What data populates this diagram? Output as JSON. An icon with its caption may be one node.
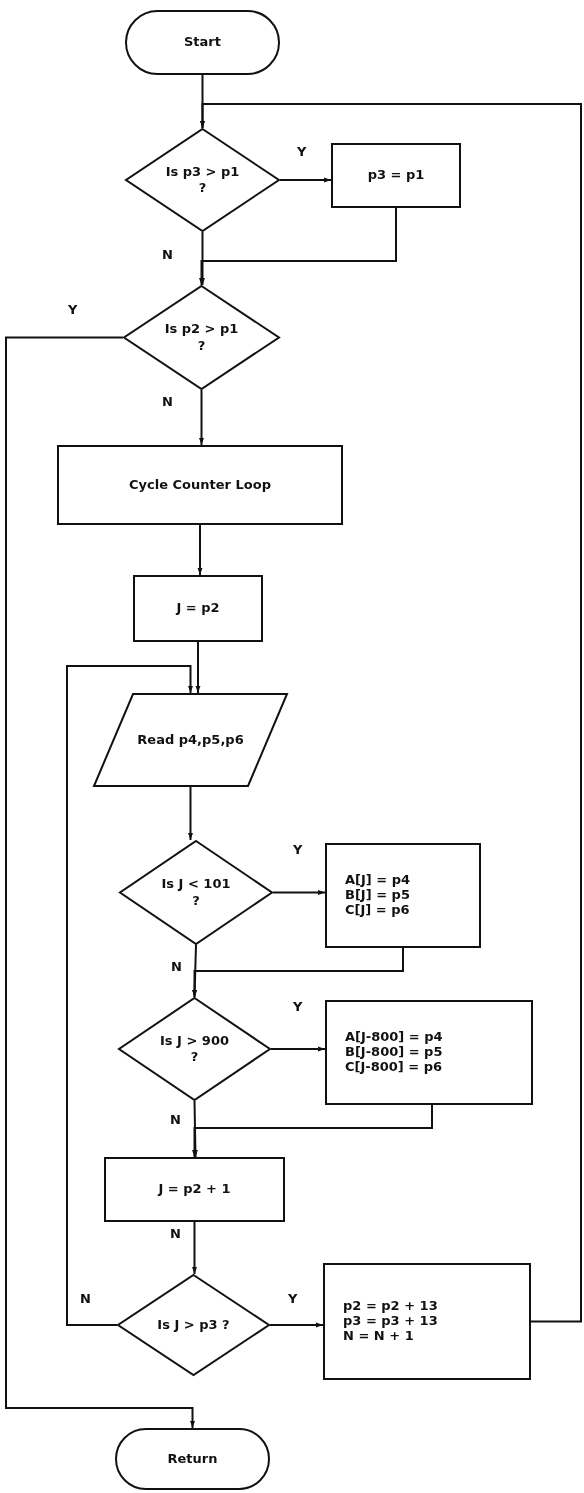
{
  "diagram": {
    "nodes": [
      {
        "text": [
          "Start"
        ]
      },
      {
        "text": [
          "Is p3 > p1 ?"
        ]
      },
      {
        "text": [
          "p3 = p1"
        ]
      },
      {
        "text": [
          "Is p2 > p1 ?"
        ]
      },
      {
        "text": [
          "Cycle Counter Loop"
        ]
      },
      {
        "text": [
          "J = p2"
        ]
      },
      {
        "text": [
          "Read p4,p5,p6"
        ]
      },
      {
        "text": [
          "Is J < 101 ?"
        ]
      },
      {
        "text": [
          "A[J] = p4",
          "B[J] = p5",
          "C[J] = p6"
        ]
      },
      {
        "text": [
          "Is J > 900 ?"
        ]
      },
      {
        "text": [
          "A[J-800] = p4",
          "B[J-800] = p5",
          "C[J-800] = p6"
        ]
      },
      {
        "text": [
          "J = p2 + 1"
        ]
      },
      {
        "text": [
          "Is J > p3 ?"
        ]
      },
      {
        "text": [
          "p2 = p2 + 13",
          "p3 = p3 + 13",
          "N = N + 1"
        ]
      },
      {
        "text": [
          "Return"
        ]
      }
    ],
    "edges": [
      {
        "from": 0,
        "to": 1,
        "arrow": "to"
      },
      {
        "from": 1,
        "to": 2,
        "arrow": "to",
        "label": "Y"
      },
      {
        "from": 1,
        "to": 3,
        "arrow": "to",
        "label": "N"
      },
      {
        "from": 2,
        "to": 3,
        "arrow": "to"
      },
      {
        "from": 3,
        "to": 14,
        "arrow": "to",
        "label": "Y"
      },
      {
        "from": 3,
        "to": 4,
        "arrow": "to",
        "label": "N"
      },
      {
        "from": 4,
        "to": 5,
        "arrow": "to"
      },
      {
        "from": 5,
        "to": 6,
        "arrow": "to"
      },
      {
        "from": 6,
        "to": 7,
        "arrow": "to"
      },
      {
        "from": 7,
        "to": 8,
        "arrow": "to",
        "label": "Y"
      },
      {
        "from": 7,
        "to": 9,
        "arrow": "to",
        "label": "N"
      },
      {
        "from": 8,
        "to": 9,
        "arrow": "to"
      },
      {
        "from": 9,
        "to": 10,
        "arrow": "to",
        "label": "Y"
      },
      {
        "from": 9,
        "to": 11,
        "arrow": "to",
        "label": "N"
      },
      {
        "from": 10,
        "to": 11,
        "arrow": "to"
      },
      {
        "from": 11,
        "to": 12,
        "arrow": "to",
        "label": "N"
      },
      {
        "from": 12,
        "to": 6,
        "arrow": "to",
        "label": "N"
      },
      {
        "from": 12,
        "to": 13,
        "arrow": "to",
        "label": "Y"
      },
      {
        "from": 13,
        "to": 1,
        "arrow": "to"
      }
    ]
  }
}
